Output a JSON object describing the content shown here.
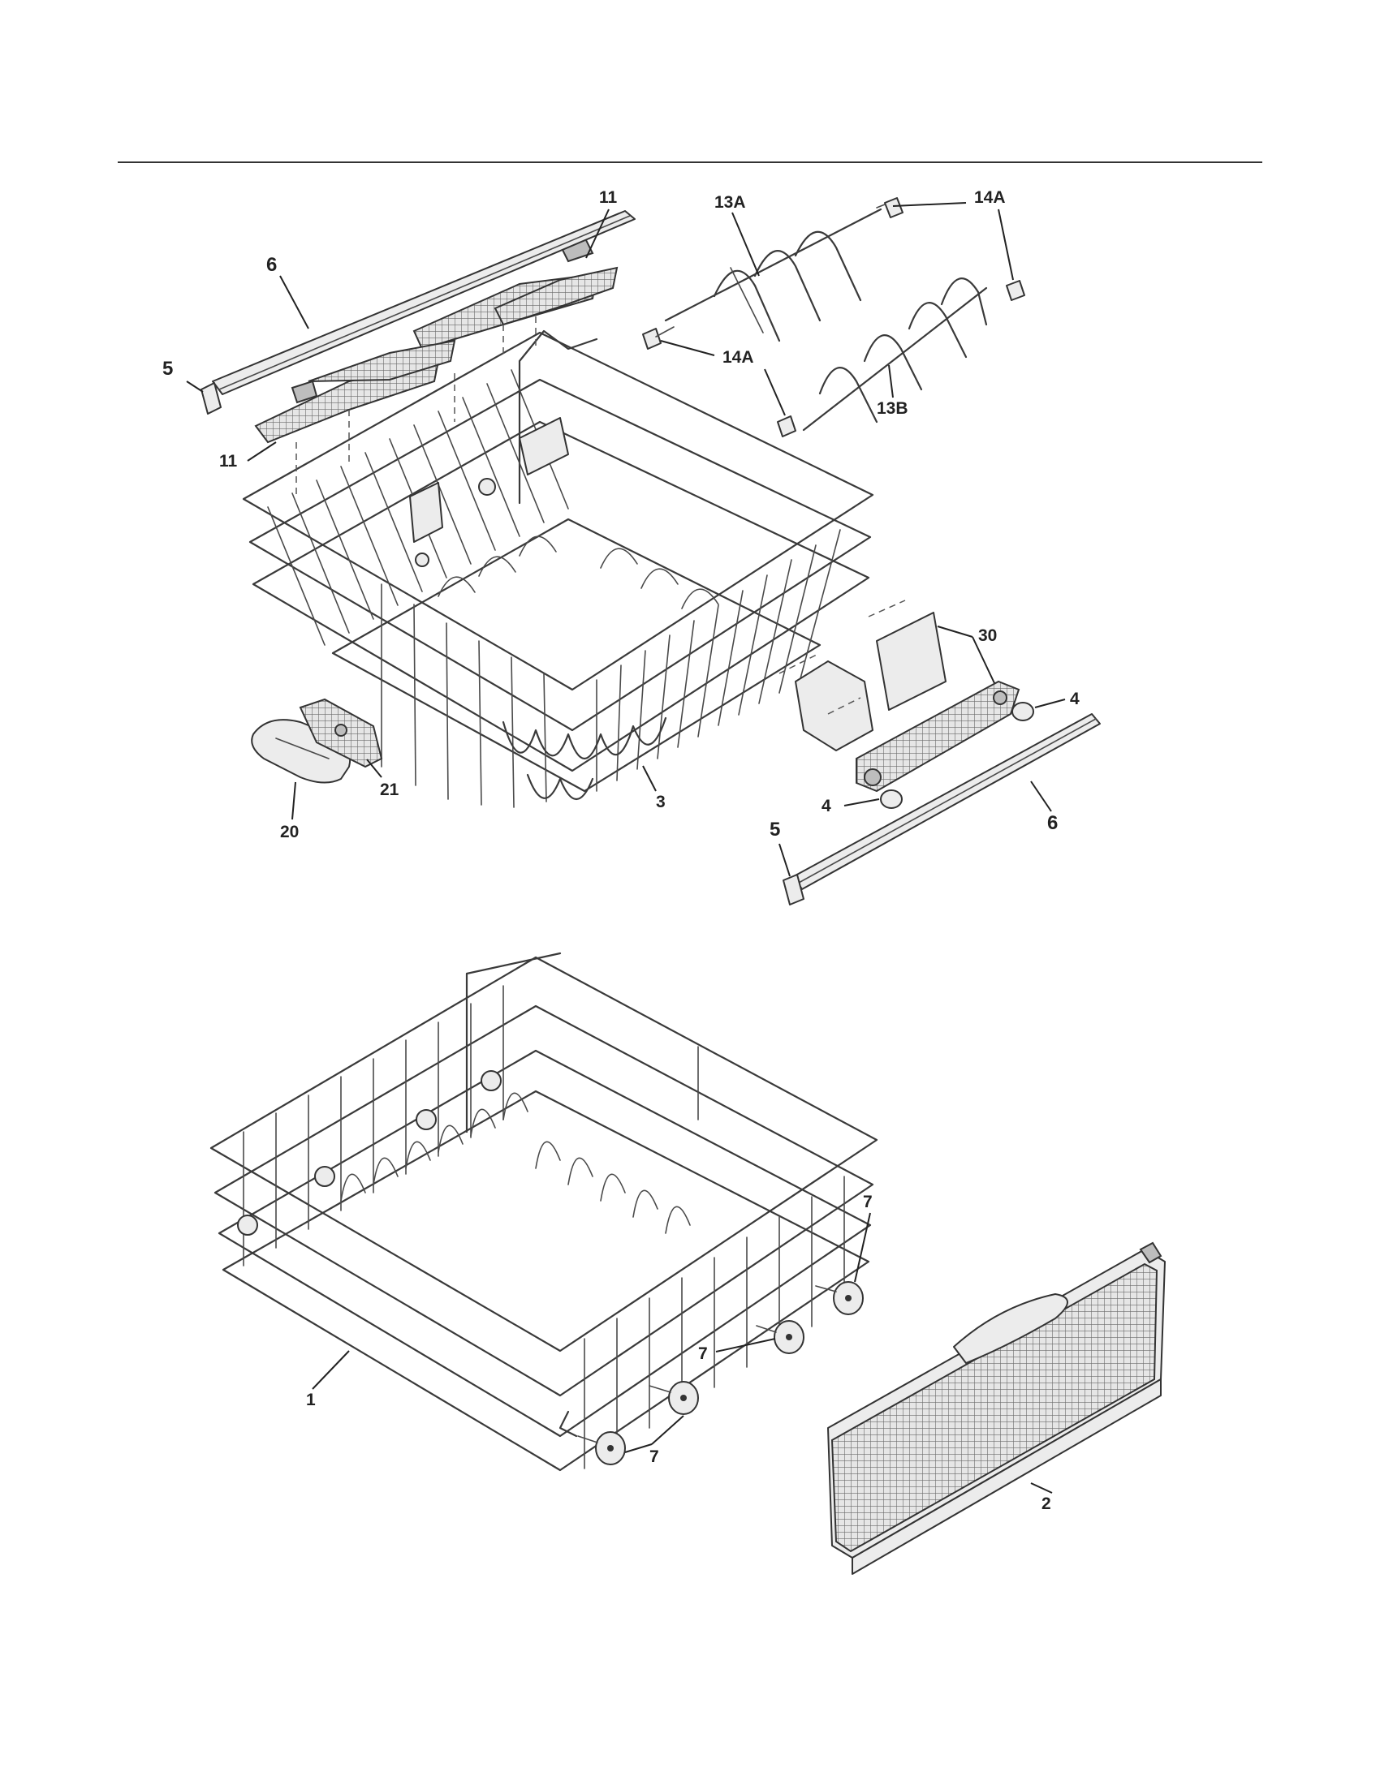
{
  "callouts": {
    "c11_top": "11",
    "c6_top": "6",
    "c5_top": "5",
    "c11_left": "11",
    "c13a": "13A",
    "c14a_top": "14A",
    "c14a_mid": "14A",
    "c13b": "13B",
    "c30": "30",
    "c4_right": "4",
    "c4_left": "4",
    "c6_bottom": "6",
    "c5_bottom": "5",
    "c3": "3",
    "c21": "21",
    "c20": "20",
    "c7_a": "7",
    "c7_b": "7",
    "c7_c": "7",
    "c1": "1",
    "c2": "2"
  }
}
